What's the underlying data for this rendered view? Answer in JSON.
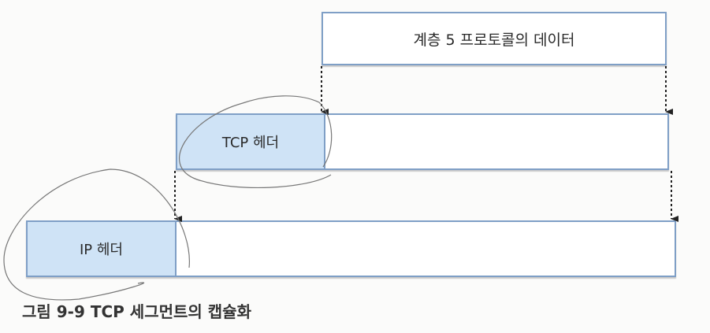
{
  "layer5_data_label": "계층 5 프로토콜의 데이터",
  "tcp_header_label": "TCP 헤더",
  "ip_header_label": "IP 헤더",
  "caption": "그림 9-9  TCP 세그먼트의 캡슐화",
  "colors": {
    "header_fill": "#cfe3f6",
    "border": "#7f9fc6"
  }
}
